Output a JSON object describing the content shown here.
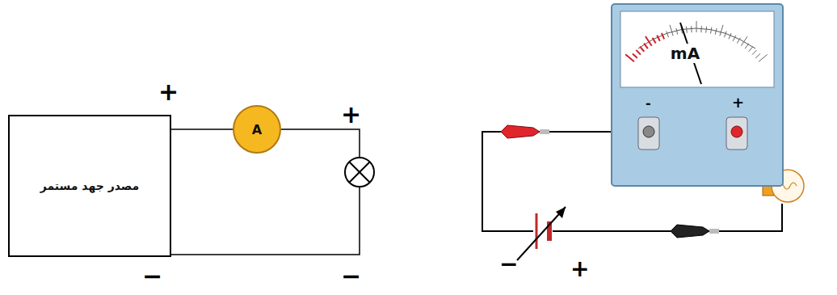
{
  "diagram": {
    "nodes": [
      {
        "text": [
          "مصدر جهد مستمر"
        ]
      },
      {
        "text": [
          "A"
        ]
      },
      {
        "text": [
          "mA"
        ]
      }
    ],
    "edges": [
      {
        "from": 0,
        "to": 1,
        "arrow": "none"
      }
    ],
    "labels": [
      "+",
      "−",
      "+",
      "−",
      "-",
      "+",
      "−",
      "+"
    ]
  }
}
